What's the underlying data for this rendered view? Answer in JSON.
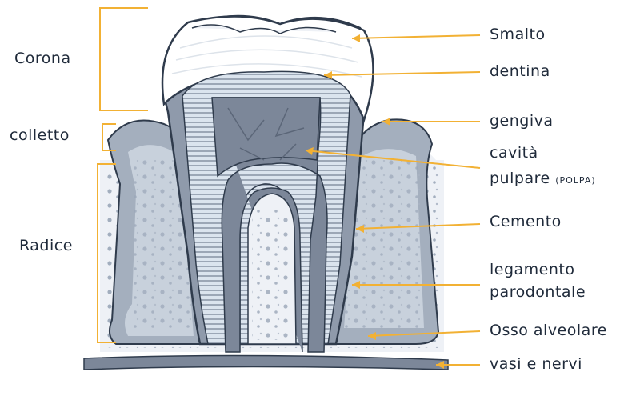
{
  "labels": {
    "smalto": "Smalto",
    "dentina": "dentina",
    "gengiva": "gengiva",
    "cavita_line1": "cavità",
    "cavita_line2": "pulpare",
    "cavita_paren": "(POLPA)",
    "cemento": "Cemento",
    "legamento_line1": "legamento",
    "legamento_line2": "parodontale",
    "osso": "Osso alveolare",
    "vasi": "vasi e nervi"
  },
  "sections": {
    "corona": "Corona",
    "colletto": "colletto",
    "radice": "Radice"
  },
  "colors": {
    "accent": "#F2B134",
    "ink": "#2F3B4C",
    "enamel": "#FFFFFF",
    "dentin": "#D7E1EB",
    "pulp": "#7C8799",
    "gum": "#9BA6B6",
    "bone": "#EEF1F6"
  }
}
